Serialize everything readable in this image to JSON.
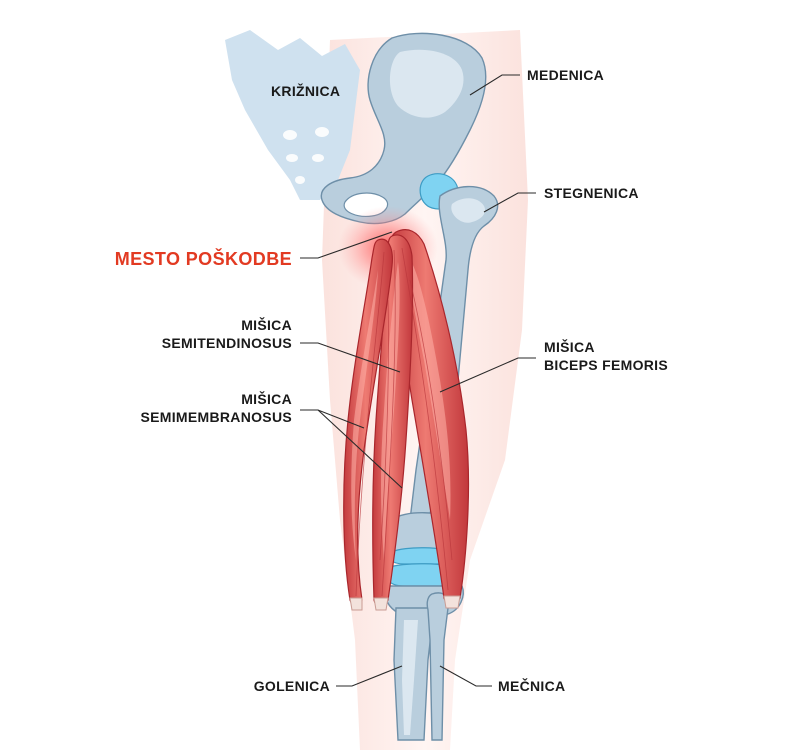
{
  "labels": {
    "krznica": "KRIŽNICA",
    "medenica": "MEDENICA",
    "stegnenica": "STEGNENICA",
    "mesto_poskodbe": "MESTO POŠKODBE",
    "semitendinosus_1": "MIŠICA",
    "semitendinosus_2": "SEMITENDINOSUS",
    "biceps_1": "MIŠICA",
    "biceps_2": "BICEPS FEMORIS",
    "semimembranosus_1": "MIŠICA",
    "semimembranosus_2": "SEMIMEMBRANOSUS",
    "golenica": "GOLENICA",
    "mecnica": "MEČNICA"
  },
  "colors": {
    "injury": "#e23a22",
    "muscle": "#d9534f",
    "bone": "#b9cedd",
    "cartilage": "#7fd3f2",
    "silhouette": "#fde8e4"
  }
}
